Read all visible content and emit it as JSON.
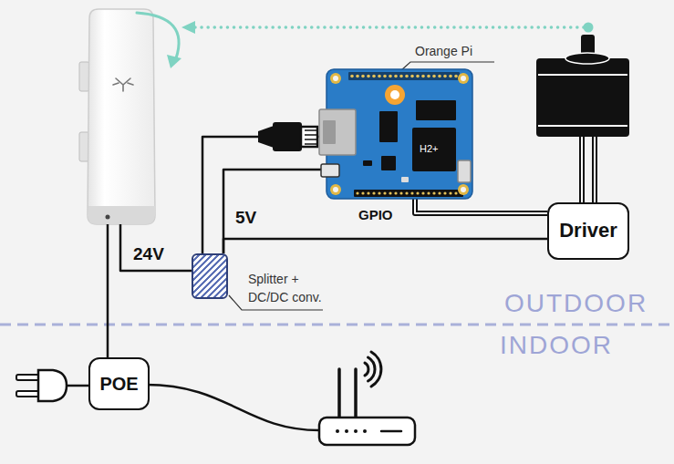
{
  "diagram": {
    "nodes": [
      {
        "text": [
          "Orange Pi"
        ]
      },
      {
        "text": [
          "Driver"
        ]
      },
      {
        "text": [
          "Splitter + DC/DC conv."
        ]
      },
      {
        "text": [
          "POE"
        ]
      }
    ],
    "edges": [
      {
        "from": 2,
        "to": 0,
        "arrow": "none"
      },
      {
        "from": 2,
        "to": 0,
        "arrow": "none"
      },
      {
        "from": 2,
        "to": 1,
        "label": "5V",
        "arrow": "none"
      },
      {
        "from": 0,
        "to": 1,
        "arrow": "none"
      }
    ],
    "labels": [
      "H2+",
      "GPIO",
      "24V",
      "OUTDOOR",
      "INDOOR"
    ]
  }
}
